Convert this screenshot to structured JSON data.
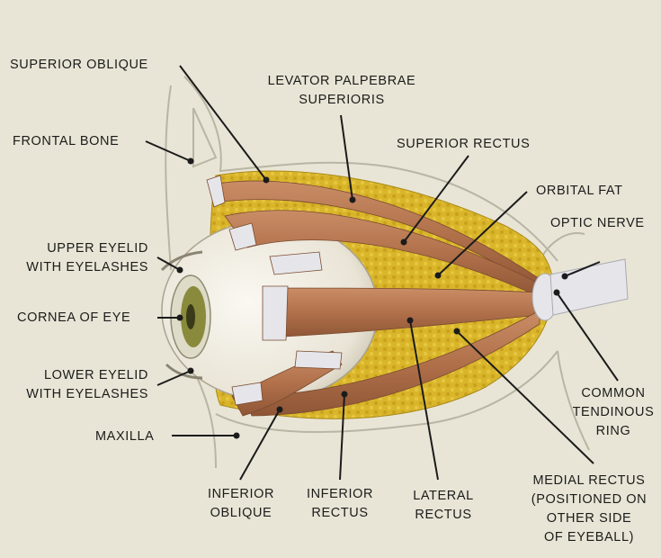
{
  "diagram": {
    "labels": {
      "superior_oblique": "SUPERIOR OBLIQUE",
      "levator_palpebrae_1": "LEVATOR PALPEBRAE",
      "levator_palpebrae_2": "SUPERIORIS",
      "frontal_bone": "FRONTAL BONE",
      "superior_rectus": "SUPERIOR RECTUS",
      "orbital_fat": "ORBITAL FAT",
      "optic_nerve": "OPTIC NERVE",
      "upper_eyelid_1": "UPPER EYELID",
      "upper_eyelid_2": "WITH EYELASHES",
      "cornea": "CORNEA OF EYE",
      "lower_eyelid_1": "LOWER EYELID",
      "lower_eyelid_2": "WITH EYELASHES",
      "common_ring_1": "COMMON",
      "common_ring_2": "TENDINOUS",
      "common_ring_3": "RING",
      "maxilla": "MAXILLA",
      "inferior_oblique_1": "INFERIOR",
      "inferior_oblique_2": "OBLIQUE",
      "inferior_rectus_1": "INFERIOR",
      "inferior_rectus_2": "RECTUS",
      "lateral_rectus_1": "LATERAL",
      "lateral_rectus_2": "RECTUS",
      "medial_rectus_1": "MEDIAL RECTUS",
      "medial_rectus_2": "(POSITIONED ON",
      "medial_rectus_3": "OTHER SIDE",
      "medial_rectus_4": "OF EYEBALL)"
    },
    "colors": {
      "background": "#e9e5d6",
      "fat": "#d9b52a",
      "muscle": "#b97a55",
      "sclera": "#f1ede3",
      "iris": "#8a8a3c",
      "tendon": "#e6e6ea",
      "bone_line": "#b9b5a4",
      "leader_line": "#1b1b1b"
    }
  }
}
